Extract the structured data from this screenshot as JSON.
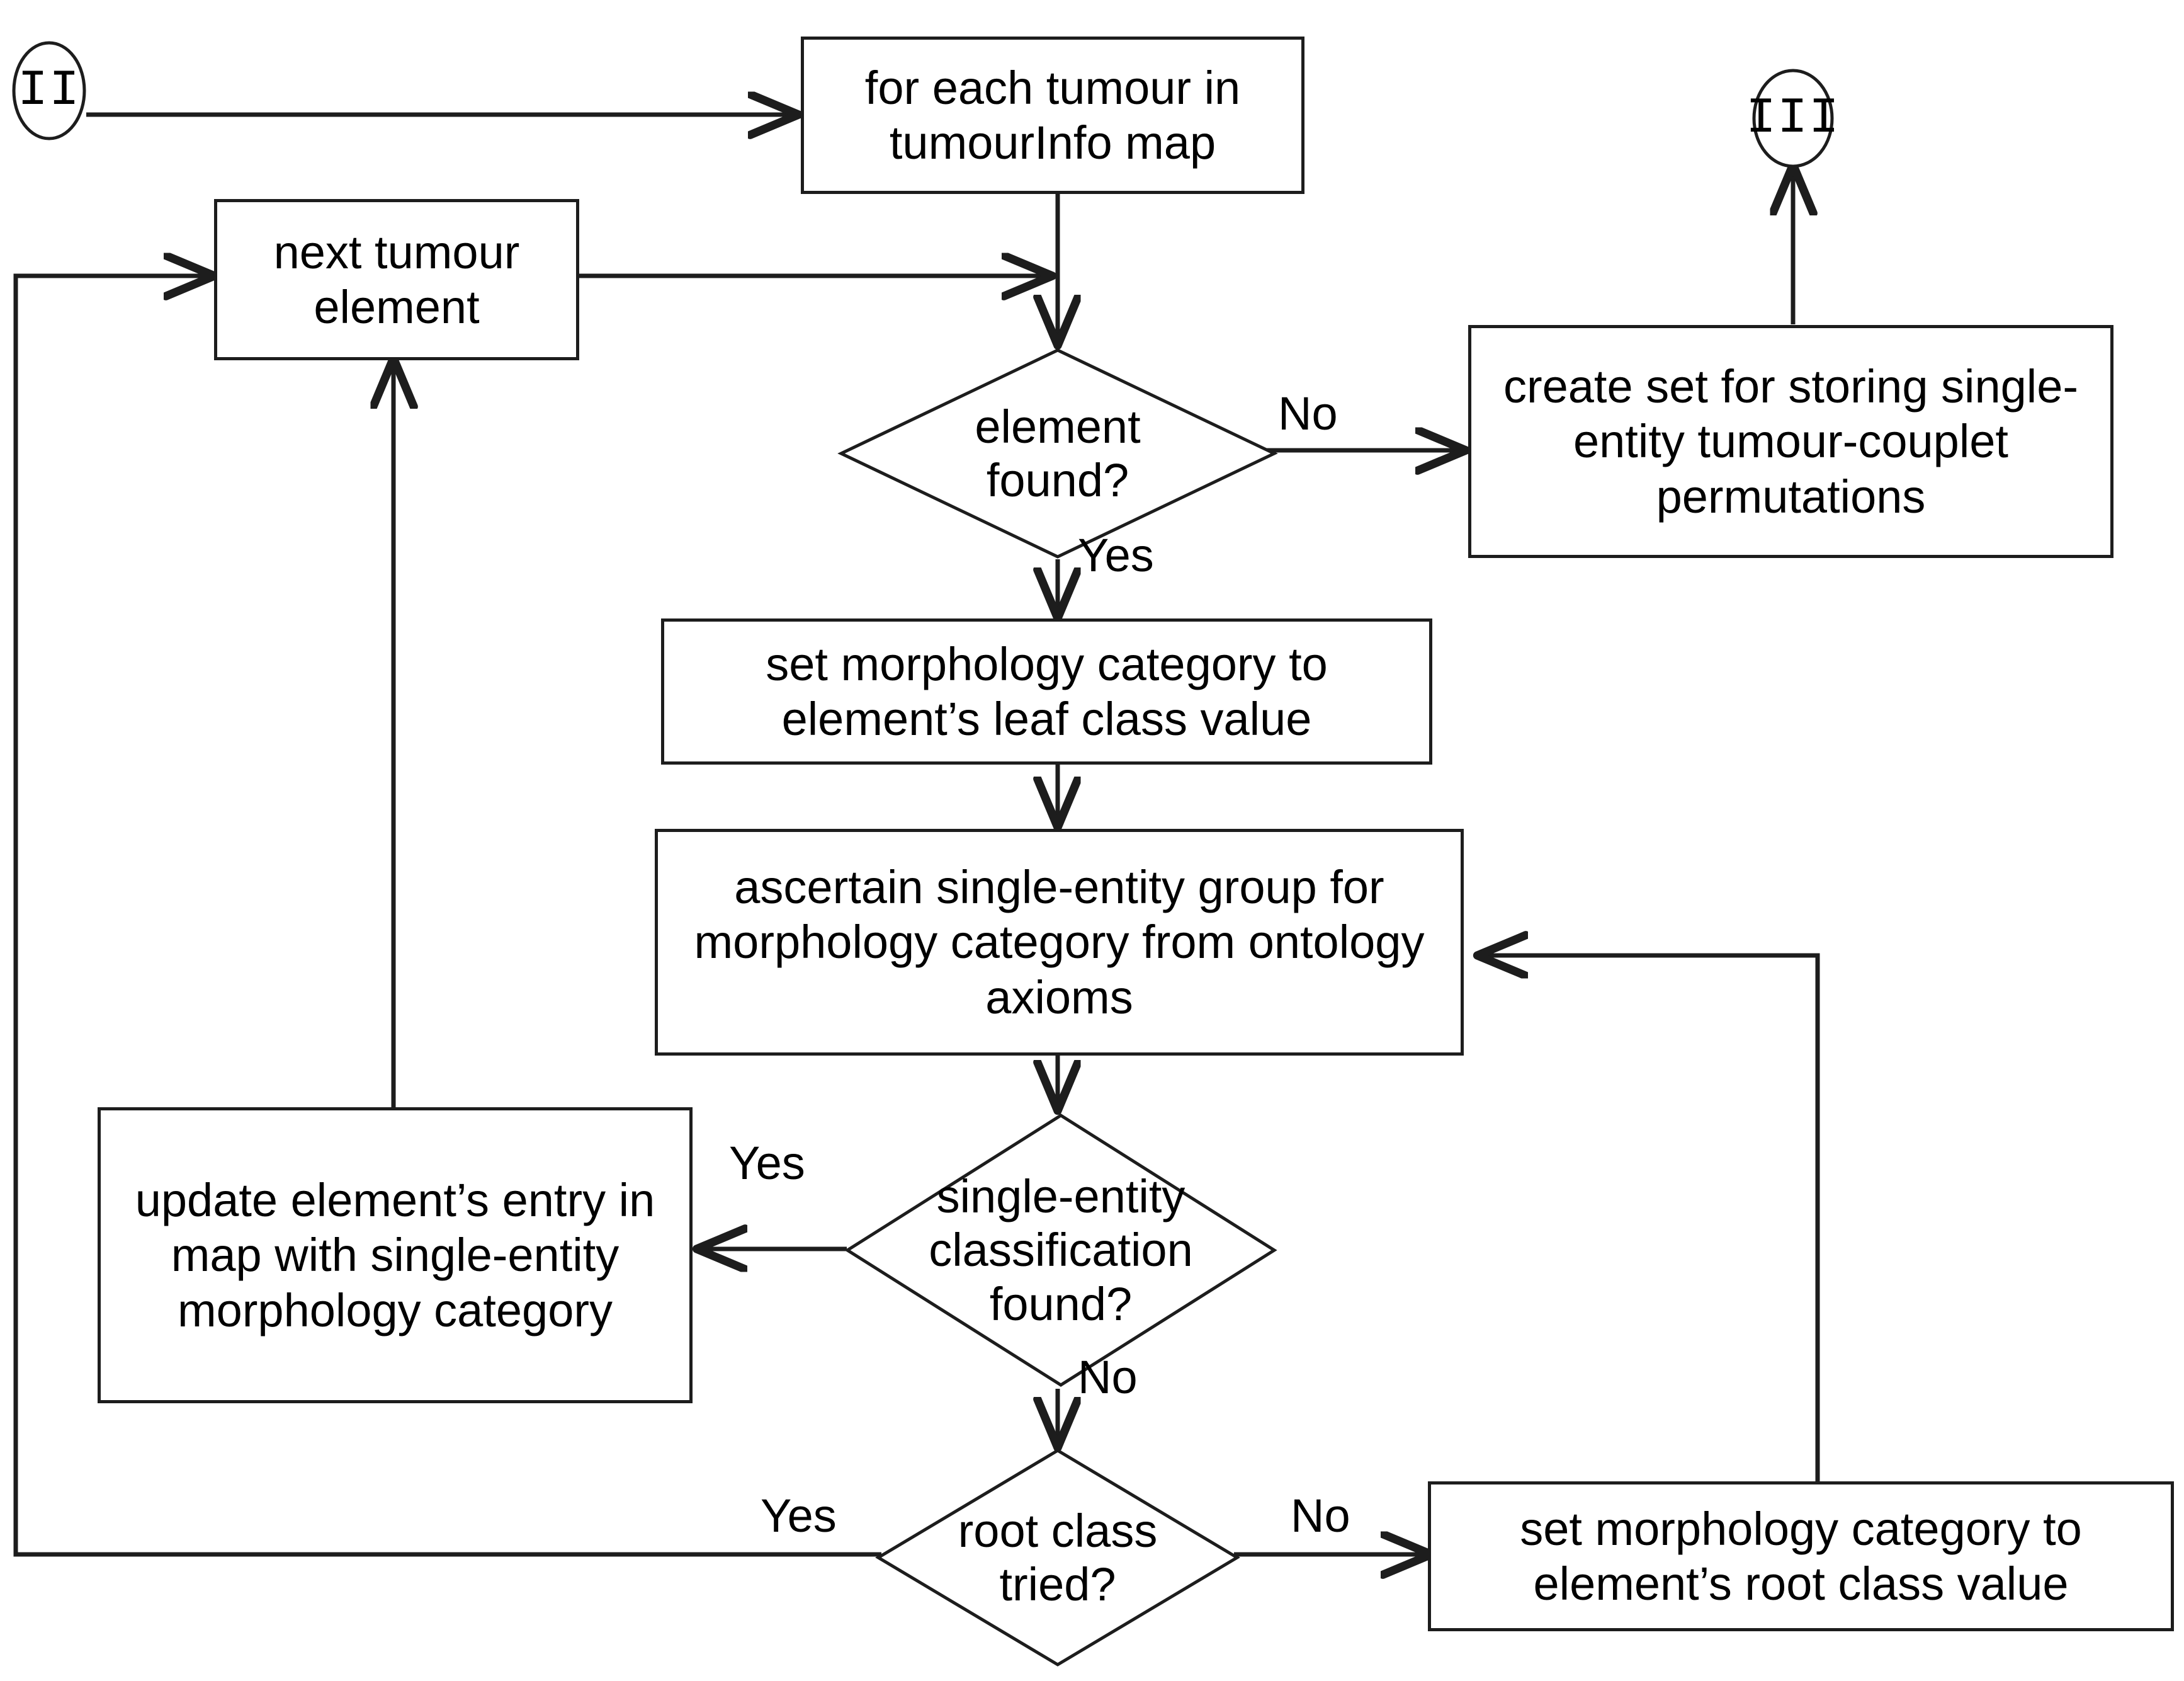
{
  "diagram": {
    "title": "tumour morphology single-entity classification flowchart",
    "stroke_color": "#1d1d1d",
    "background_color": "#ffffff",
    "text_color": "#000000"
  },
  "connectors": [
    {
      "id": "entry",
      "label": "II"
    },
    {
      "id": "exit",
      "label": "III"
    }
  ],
  "process_nodes": [
    {
      "id": "for-each-tumour",
      "text": "for each tumour in tumourInfo map"
    },
    {
      "id": "next-tumour-element",
      "text": "next tumour element"
    },
    {
      "id": "create-set",
      "text": "create set for storing single-entity tumour-couplet permutations"
    },
    {
      "id": "set-leaf-class",
      "text": "set morphology category to element’s leaf class value"
    },
    {
      "id": "ascertain-group",
      "text": "ascertain single-entity group for morphology category from ontology axioms"
    },
    {
      "id": "update-entry",
      "text": "update element’s entry in map with single-entity morphology category"
    },
    {
      "id": "set-root-class",
      "text": "set morphology category to element’s root class value"
    }
  ],
  "decision_nodes": [
    {
      "id": "element-found",
      "line1": "element",
      "line2": "found?",
      "line3": ""
    },
    {
      "id": "classification-found",
      "line1": "single-entity",
      "line2": "classification",
      "line3": "found?"
    },
    {
      "id": "root-class-tried",
      "line1": "root class",
      "line2": "tried?",
      "line3": ""
    }
  ],
  "edge_labels": [
    {
      "id": "element-found-no",
      "text": "No"
    },
    {
      "id": "element-found-yes",
      "text": "Yes"
    },
    {
      "id": "classification-found-yes",
      "text": "Yes"
    },
    {
      "id": "classification-found-no",
      "text": "No"
    },
    {
      "id": "root-class-tried-yes",
      "text": "Yes"
    },
    {
      "id": "root-class-tried-no",
      "text": "No"
    }
  ]
}
